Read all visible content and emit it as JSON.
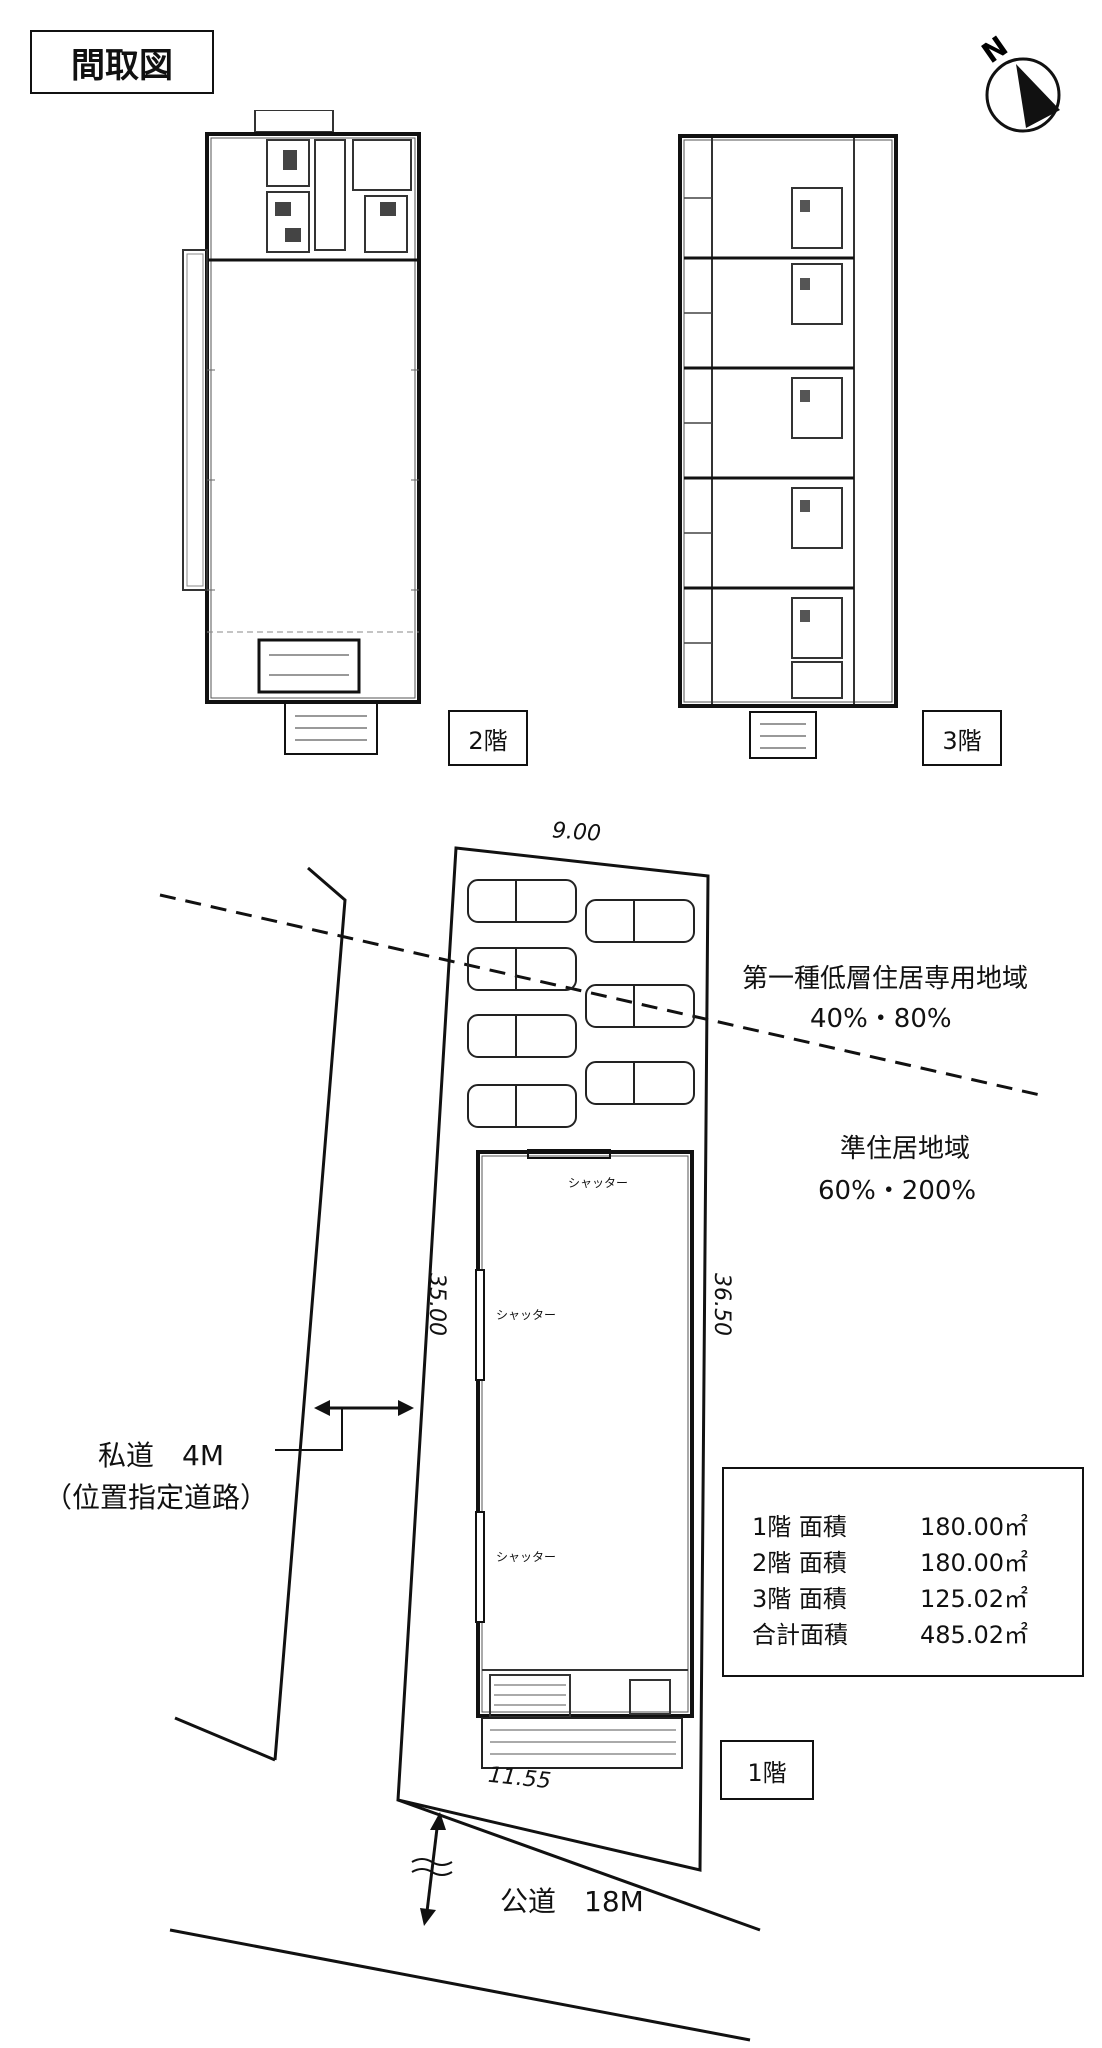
{
  "title": "間取図",
  "floors": {
    "f2": "2階",
    "f3": "3階",
    "f1": "1階"
  },
  "zones": {
    "zone1_name": "第一種低層住居専用地域",
    "zone1_ratio": "40%・80%",
    "zone2_name": "準住居地域",
    "zone2_ratio": "60%・200%"
  },
  "roads": {
    "private": "私道　4M",
    "private_note": "（位置指定道路）",
    "public": "公道　18M"
  },
  "dimensions": {
    "top": "9.00",
    "left": "35.00",
    "right": "36.50",
    "bottom": "11.55"
  },
  "shutter_label": "シャッター",
  "area_table": [
    {
      "label": "1階 面積",
      "value": "180.00㎡"
    },
    {
      "label": "2階 面積",
      "value": "180.00㎡"
    },
    {
      "label": "3階 面積",
      "value": "125.02㎡"
    },
    {
      "label": "合計面積",
      "value": "485.02㎡"
    }
  ],
  "icons": {
    "compass": "north-arrow-icon"
  }
}
